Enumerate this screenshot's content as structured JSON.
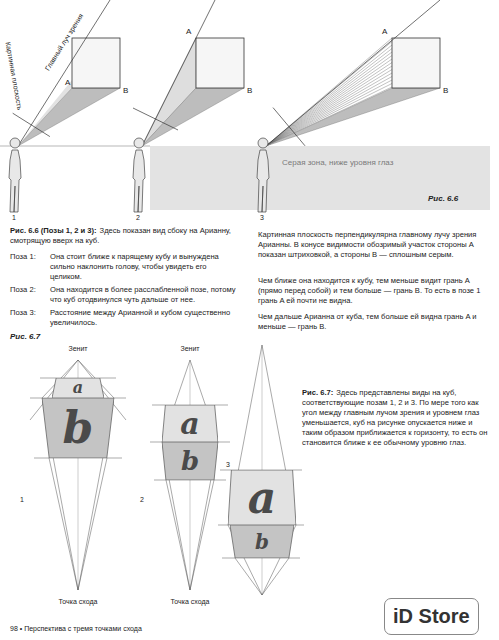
{
  "diagram": {
    "nodes": [
      {
        "text": [
          "Серая зона, ниже уровня глаз"
        ]
      },
      {
        "text": [
          "a"
        ]
      },
      {
        "text": [
          "b"
        ]
      },
      {
        "text": [
          "a"
        ]
      },
      {
        "text": [
          "b"
        ]
      },
      {
        "text": [
          "a"
        ]
      },
      {
        "text": [
          "b"
        ]
      }
    ],
    "labels": [
      "Главный луч зрения",
      "Картинная плоскость",
      "A",
      "B",
      "A",
      "B",
      "A",
      "B",
      "1",
      "2",
      "3",
      "Рис. 6.6",
      "Рис. 6.6 (Позы 1, 2 и 3):",
      "Здесь показан вид сбоку на Арианну, смотрящую вверх на куб.",
      "Поза 1:",
      "Она стоит ближе к парящему кубу и вынуждена сильно наклонить голову, чтобы увидеть его целиком.",
      "Поза 2:",
      "Она находится в более расслабленной позе, потому что куб отодвинулся чуть дальше от нее.",
      "Поза 3:",
      "Расстояние между Арианной и кубом существенно увеличилось.",
      "Картинная плоскость перпендикулярна главному лучу зрения Арианны. В конусе видимости обозримый участок стороны A показан штриховкой, а стороны B — сплошным серым.",
      "Чем ближе она находится к кубу, тем меньше видит грань A (прямо перед собой) и тем больше — грань B. То есть в позе 1 грань A ей почти не видна.",
      "Чем дальше Арианна от куба, тем больше ей видна грань A и меньше — грань B.",
      "Рис. 6.7",
      "Зенит",
      "Зенит",
      "1",
      "2",
      "3",
      "Точка схода",
      "Точка схода",
      "Рис. 6.7:",
      "Здесь представлены виды на куб, соответствующие позам 1, 2 и 3. По мере того как угол между главным лучом зрения и уровнем глаз уменьшается, куб на рисунке опускается ниже и таким образом приближается к горизонту, то есть он становится ближе к ее обычному уровню глаз.",
      "98 • Перспектива с тремя точками схода",
      "iD Store"
    ]
  }
}
